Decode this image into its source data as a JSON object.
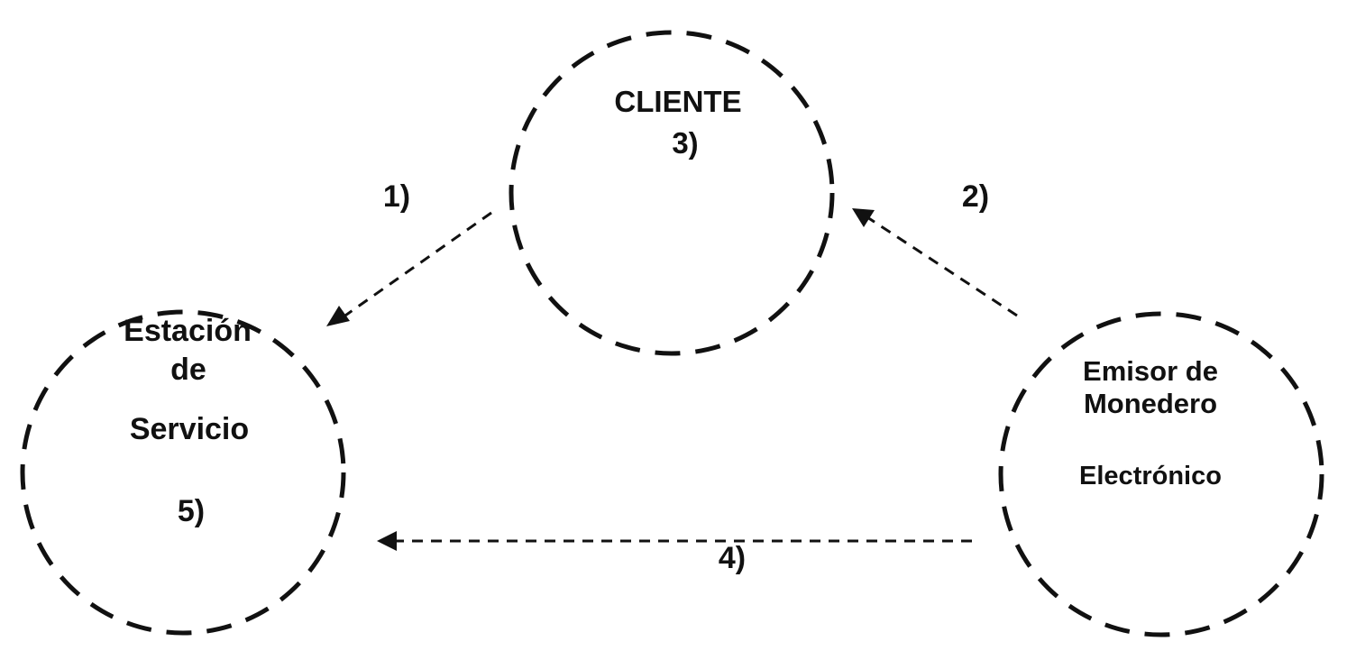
{
  "colors": {
    "stroke": "#111111",
    "background": "#ffffff"
  },
  "nodes": {
    "cliente": {
      "title": "CLIENTE",
      "step": "3)"
    },
    "estacion": {
      "line1": "Estación",
      "line2": "de",
      "line3": "Servicio",
      "step": "5)"
    },
    "emisor": {
      "line1": "Emisor de",
      "line2": "Monedero",
      "line3": "Electrónico"
    }
  },
  "edges": {
    "e1": {
      "label": "1)",
      "from": "cliente",
      "to": "estacion"
    },
    "e2": {
      "label": "2)",
      "from": "emisor",
      "to": "cliente"
    },
    "e4": {
      "label": "4)",
      "from": "emisor",
      "to": "estacion"
    }
  }
}
